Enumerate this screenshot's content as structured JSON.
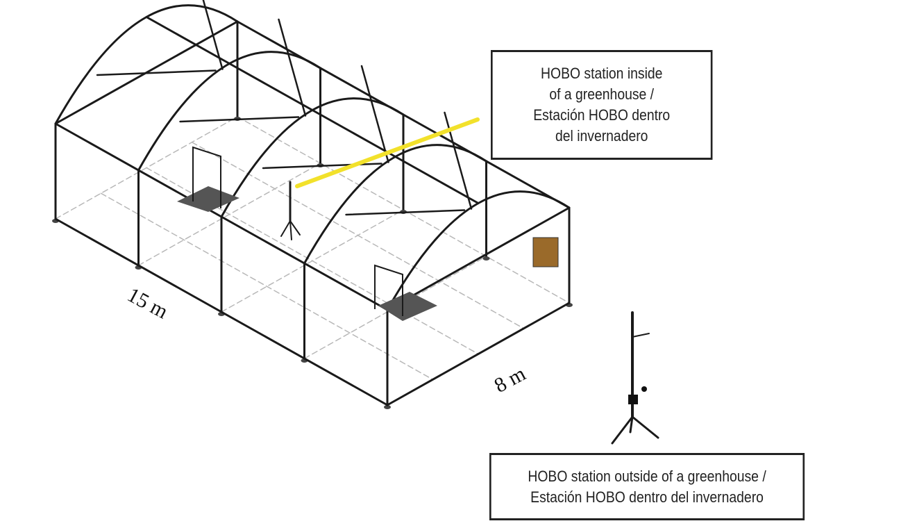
{
  "labels": {
    "inside": [
      "HOBO station inside",
      "of a greenhouse /",
      "Estación HOBO dentro",
      "del invernadero"
    ],
    "outside": [
      "HOBO station outside of a greenhouse /",
      "Estación HOBO dentro del invernadero"
    ]
  },
  "dimensions": {
    "length": "15 m",
    "width": "8 m"
  },
  "colors": {
    "frame": "#1a1a1a",
    "pointer": "#f2e12b",
    "floor": "#b8b8b8"
  }
}
